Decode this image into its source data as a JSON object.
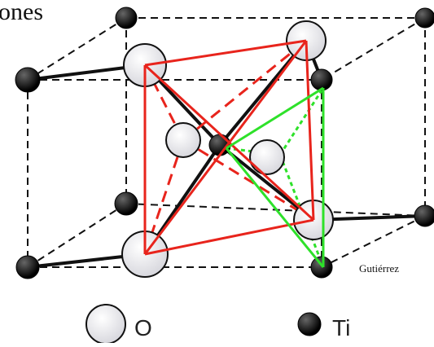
{
  "title": "ones",
  "credit": "Gutiérrez",
  "legend": [
    {
      "symbol": "oxygen-atom",
      "label": "O",
      "fill": "#ececf0"
    },
    {
      "symbol": "titanium-atom",
      "label": "Ti",
      "fill": "#111111"
    }
  ],
  "colors": {
    "octahedron": "#e8241c",
    "tetrahedron": "#2ee12a",
    "cell": "#111111",
    "oxygen": "#ececf0",
    "titanium": "#111111"
  }
}
